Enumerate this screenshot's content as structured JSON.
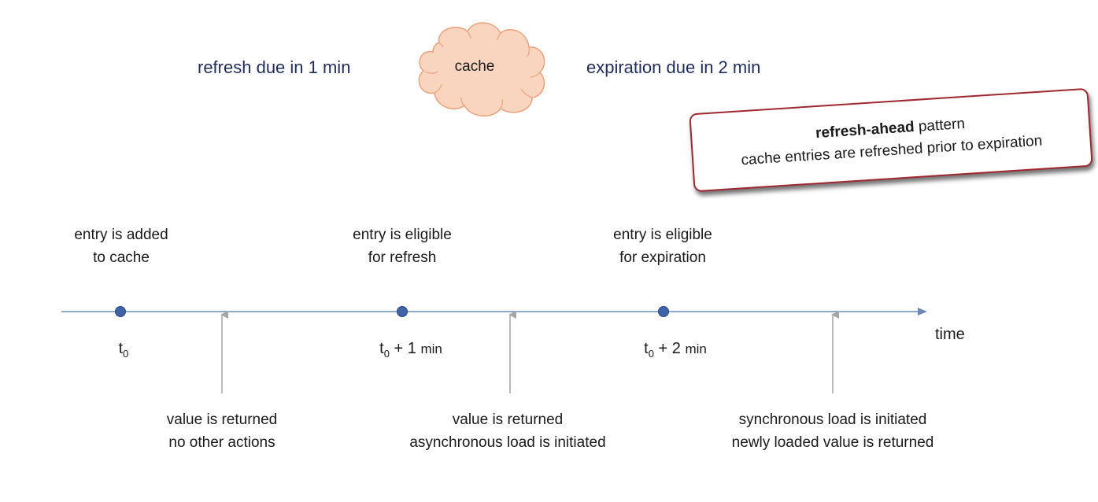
{
  "header": {
    "refresh_due": "refresh due in 1 min",
    "cache_label": "cache",
    "expiration_due": "expiration due in 2 min"
  },
  "callout": {
    "pattern_name": "refresh-ahead",
    "pattern_word": "pattern",
    "description": "cache entries are refreshed prior to expiration",
    "border_color": "#a0282e"
  },
  "timeline": {
    "axis_label": "time",
    "axis_color": "#6a8ab5",
    "dot_color": "#3f63a8",
    "events_above": [
      {
        "line1": "entry is added",
        "line2": "to cache"
      },
      {
        "line1": "entry is eligible",
        "line2": "for refresh"
      },
      {
        "line1": "entry is eligible",
        "line2": "for expiration"
      }
    ],
    "ticks": [
      {
        "base": "t",
        "sub": "0",
        "suffix": "",
        "unit": ""
      },
      {
        "base": "t",
        "sub": "0",
        "suffix": " + 1 ",
        "unit": "min"
      },
      {
        "base": "t",
        "sub": "0",
        "suffix": " + 2 ",
        "unit": "min"
      }
    ],
    "events_below": [
      {
        "line1": "value is returned",
        "line2": "no other actions"
      },
      {
        "line1": "value is returned",
        "line2": "asynchronous load is initiated"
      },
      {
        "line1": "synchronous load is initiated",
        "line2": "newly loaded value is returned"
      }
    ]
  },
  "colors": {
    "cloud_fill": "#f9d5c0",
    "cloud_stroke": "#eba27c",
    "arrow_color": "#a6a6a6",
    "header_text": "#1f2d5c"
  }
}
